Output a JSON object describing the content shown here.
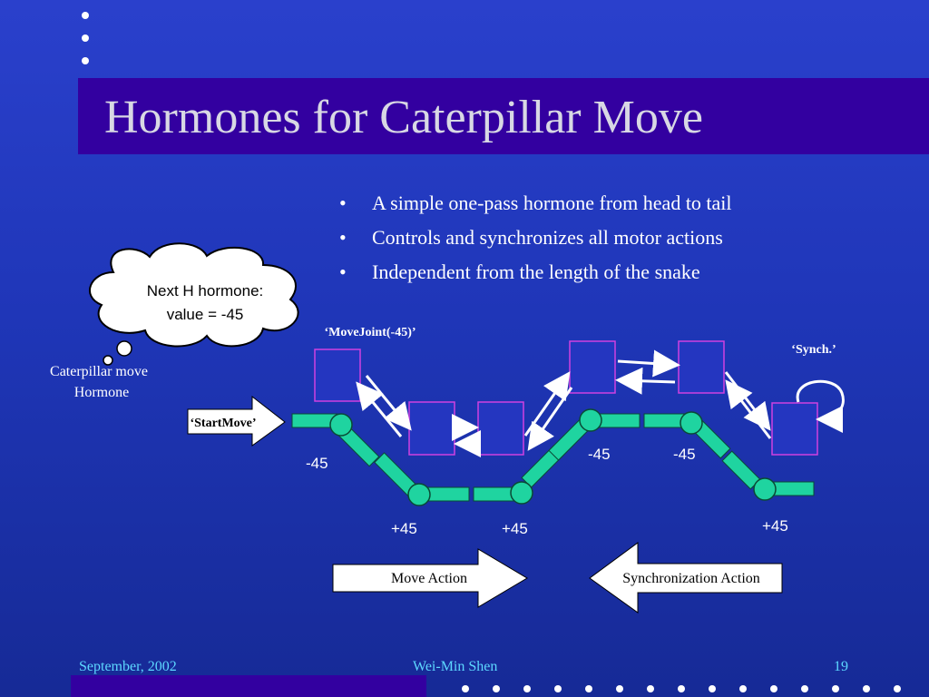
{
  "slide": {
    "title": "Hormones for Caterpillar Move",
    "bullets": [
      "A simple one-pass hormone from head to tail",
      "Controls and synchronizes all motor actions",
      "Independent from the length of the snake"
    ],
    "bullet_glyph": "•"
  },
  "diagram": {
    "cloud_line1": "Next H hormone:",
    "cloud_line2": "value = -45",
    "hormone_line1": "Caterpillar move",
    "hormone_line2": "Hormone",
    "start_move": "‘StartMove’",
    "move_joint": "‘MoveJoint(-45)’",
    "synch": "‘Synch.’",
    "angle_labels": [
      "-45",
      "+45",
      "+45",
      "-45",
      "-45",
      "+45"
    ],
    "move_action": "Move Action",
    "sync_action": "Synchronization Action"
  },
  "footer": {
    "date": "September, 2002",
    "author": "Wei-Min Shen",
    "page": "19"
  },
  "colors": {
    "title_bar": "#3300a0",
    "snake": "#1fd4a0",
    "module_border": "#d040e0",
    "footer_text": "#5dd8ff"
  }
}
